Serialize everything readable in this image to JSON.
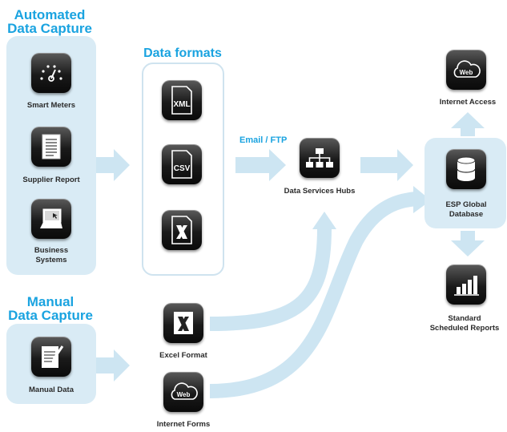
{
  "sections": {
    "automated": {
      "line1": "Automated",
      "line2": "Data Capture"
    },
    "formats": {
      "title": "Data formats"
    },
    "manual": {
      "line1": "Manual",
      "line2": "Data Capture"
    }
  },
  "automated_items": [
    {
      "label": "Smart Meters",
      "icon": "gauge-icon"
    },
    {
      "label": "Supplier Report",
      "icon": "document-icon"
    },
    {
      "label_line1": "Business",
      "label_line2": "Systems",
      "icon": "laptop-icon"
    }
  ],
  "formats": [
    {
      "text": "XML",
      "icon": "xml-file-icon"
    },
    {
      "text": "CSV",
      "icon": "csv-file-icon"
    },
    {
      "text": "",
      "icon": "excel-file-icon"
    }
  ],
  "transport_label": "Email / FTP",
  "hub": {
    "label": "Data Services Hubs",
    "icon": "network-hub-icon"
  },
  "database": {
    "line1": "ESP Global",
    "line2": "Database",
    "icon": "database-icon"
  },
  "internet_access": {
    "label": "Internet Access",
    "icon_text": "Web",
    "icon": "web-cloud-icon"
  },
  "reports": {
    "line1": "Standard",
    "line2": "Scheduled Reports",
    "icon": "bar-chart-icon"
  },
  "manual_item": {
    "label": "Manual Data",
    "icon": "notepad-icon"
  },
  "excel_format": {
    "label": "Excel Format",
    "icon": "excel-icon"
  },
  "internet_forms": {
    "label": "Internet Forms",
    "icon_text": "Web",
    "icon": "web-cloud-icon"
  },
  "colors": {
    "accent": "#1aa3e0",
    "panel": "#d9ebf5",
    "arrow": "#cde5f2",
    "tile": "#1a1a1a"
  }
}
